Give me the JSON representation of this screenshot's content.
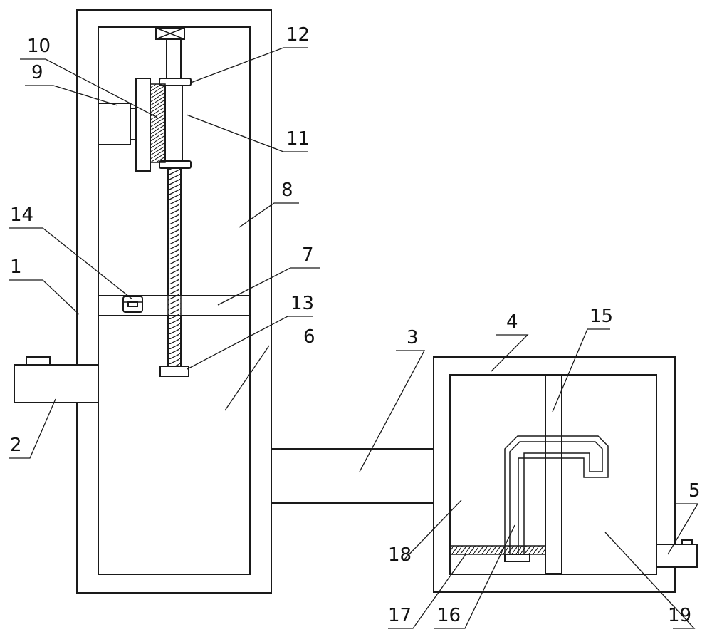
{
  "labels": {
    "n1": "1",
    "n2": "2",
    "n3": "3",
    "n4": "4",
    "n5": "5",
    "n6": "6",
    "n7": "7",
    "n8": "8",
    "n9": "9",
    "n10": "10",
    "n11": "11",
    "n12": "12",
    "n13": "13",
    "n14": "14",
    "n15": "15",
    "n16": "16",
    "n17": "17",
    "n18": "18",
    "n19": "19"
  }
}
